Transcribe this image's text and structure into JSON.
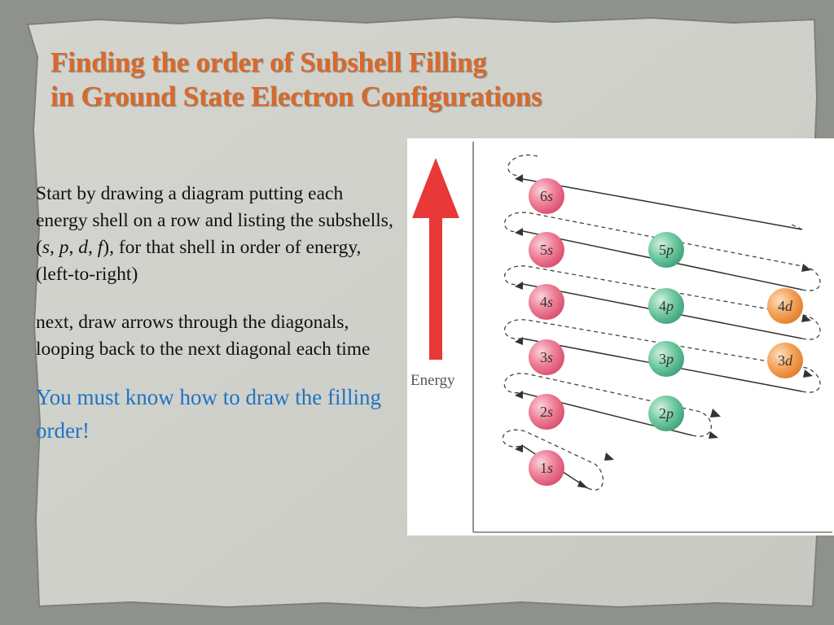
{
  "slide": {
    "title_line1": "Finding the order of Subshell Filling",
    "title_line2": "in Ground State Electron Configurations",
    "paragraph1": {
      "part1": "Start by drawing a diagram putting each energy shell on a row and listing the subshells, (",
      "s": "s",
      "sep1": ", ",
      "p": "p",
      "sep2": ", ",
      "d": "d",
      "sep3": ", ",
      "f": "f",
      "part2": "), for that shell in order of energy, (left-to-right)"
    },
    "paragraph2": "next, draw arrows through the diagonals, looping back to the next diagonal each time",
    "paragraph3": "You must know how to draw the filling order!"
  },
  "diagram": {
    "axis_label": "Energy",
    "colors": {
      "s_orbital": "#ea6f88",
      "p_orbital": "#5fbf95",
      "d_orbital": "#f39a4e",
      "energy_arrow": "#e83838",
      "title": "#d9692a",
      "highlight_text": "#1f73c2"
    },
    "subshells": [
      {
        "n": "1",
        "l": "s",
        "type": "s"
      },
      {
        "n": "2",
        "l": "s",
        "type": "s"
      },
      {
        "n": "2",
        "l": "p",
        "type": "p"
      },
      {
        "n": "3",
        "l": "s",
        "type": "s"
      },
      {
        "n": "3",
        "l": "p",
        "type": "p"
      },
      {
        "n": "3",
        "l": "d",
        "type": "d"
      },
      {
        "n": "4",
        "l": "s",
        "type": "s"
      },
      {
        "n": "4",
        "l": "p",
        "type": "p"
      },
      {
        "n": "4",
        "l": "d",
        "type": "d"
      },
      {
        "n": "5",
        "l": "s",
        "type": "s"
      },
      {
        "n": "5",
        "l": "p",
        "type": "p"
      },
      {
        "n": "6",
        "l": "s",
        "type": "s"
      }
    ]
  }
}
